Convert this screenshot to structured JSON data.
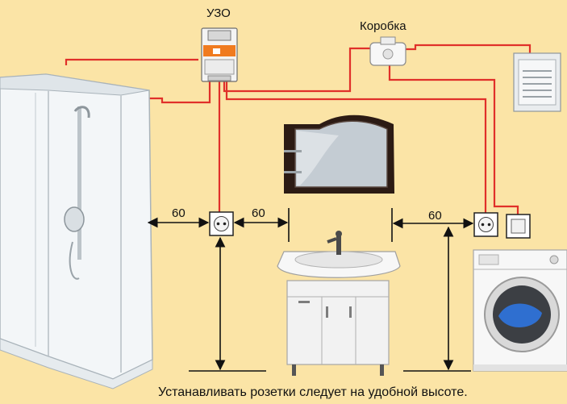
{
  "labels": {
    "rcd": "УЗО",
    "junction_box": "Коробка",
    "caption": "Устанавливать розетки следует на удобной высоте."
  },
  "distances": {
    "shower_to_socket": "60",
    "socket_to_sink": "60",
    "sink_to_socket": "60"
  },
  "colors": {
    "background": "#fbe4a6",
    "wire": "#e0302a",
    "dimension": "#111111"
  }
}
